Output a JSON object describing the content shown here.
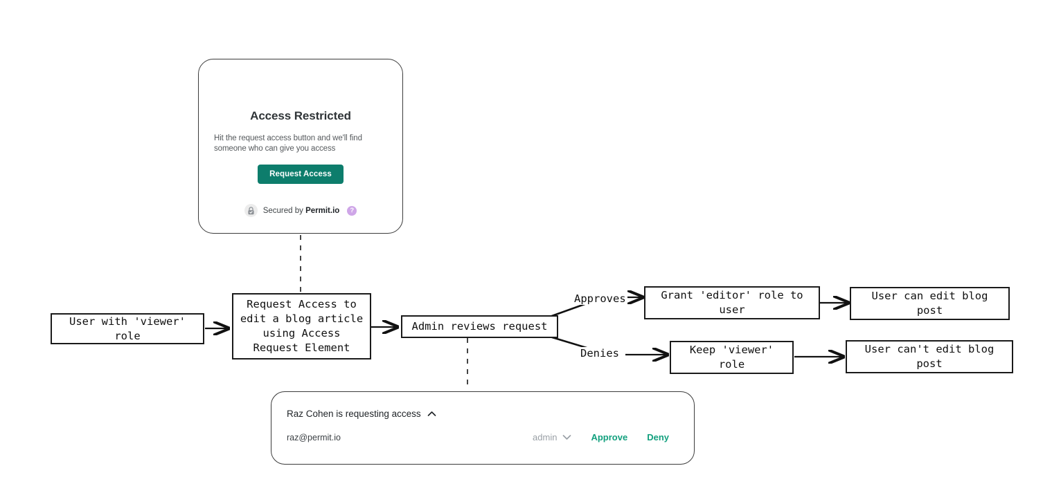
{
  "access_restricted_card": {
    "title": "Access Restricted",
    "description": "Hit the request access button and we'll find someone who can give you access",
    "button_label": "Request Access",
    "secured_prefix": "Secured by ",
    "brand": "Permit.io",
    "help_glyph": "?",
    "lock_icon": "lock-icon",
    "accent_color": "#0d7d6c",
    "badge_color": "#cfa6e8"
  },
  "request_card": {
    "heading": "Raz Cohen is requesting access",
    "collapse_glyph": "chevron-up-icon",
    "email": "raz@permit.io",
    "role_value": "admin",
    "role_chevron": "chevron-down-icon",
    "approve_label": "Approve",
    "deny_label": "Deny",
    "link_color": "#12a07e"
  },
  "flow": {
    "nodes": [
      {
        "id": "user-viewer",
        "label": "User with 'viewer'\nrole"
      },
      {
        "id": "request-access",
        "label": "Request Access to\nedit a blog article\nusing Access\nRequest Element"
      },
      {
        "id": "admin-reviews",
        "label": "Admin reviews request"
      },
      {
        "id": "grant-editor",
        "label": "Grant 'editor' role to\nuser"
      },
      {
        "id": "can-edit",
        "label": "User can edit blog\npost"
      },
      {
        "id": "keep-viewer",
        "label": "Keep 'viewer'\nrole"
      },
      {
        "id": "cannot-edit",
        "label": "User can't edit blog\npost"
      }
    ],
    "edge_labels": [
      {
        "id": "approves",
        "label": "Approves"
      },
      {
        "id": "denies",
        "label": "Denies"
      }
    ],
    "line_color": "#111111"
  }
}
